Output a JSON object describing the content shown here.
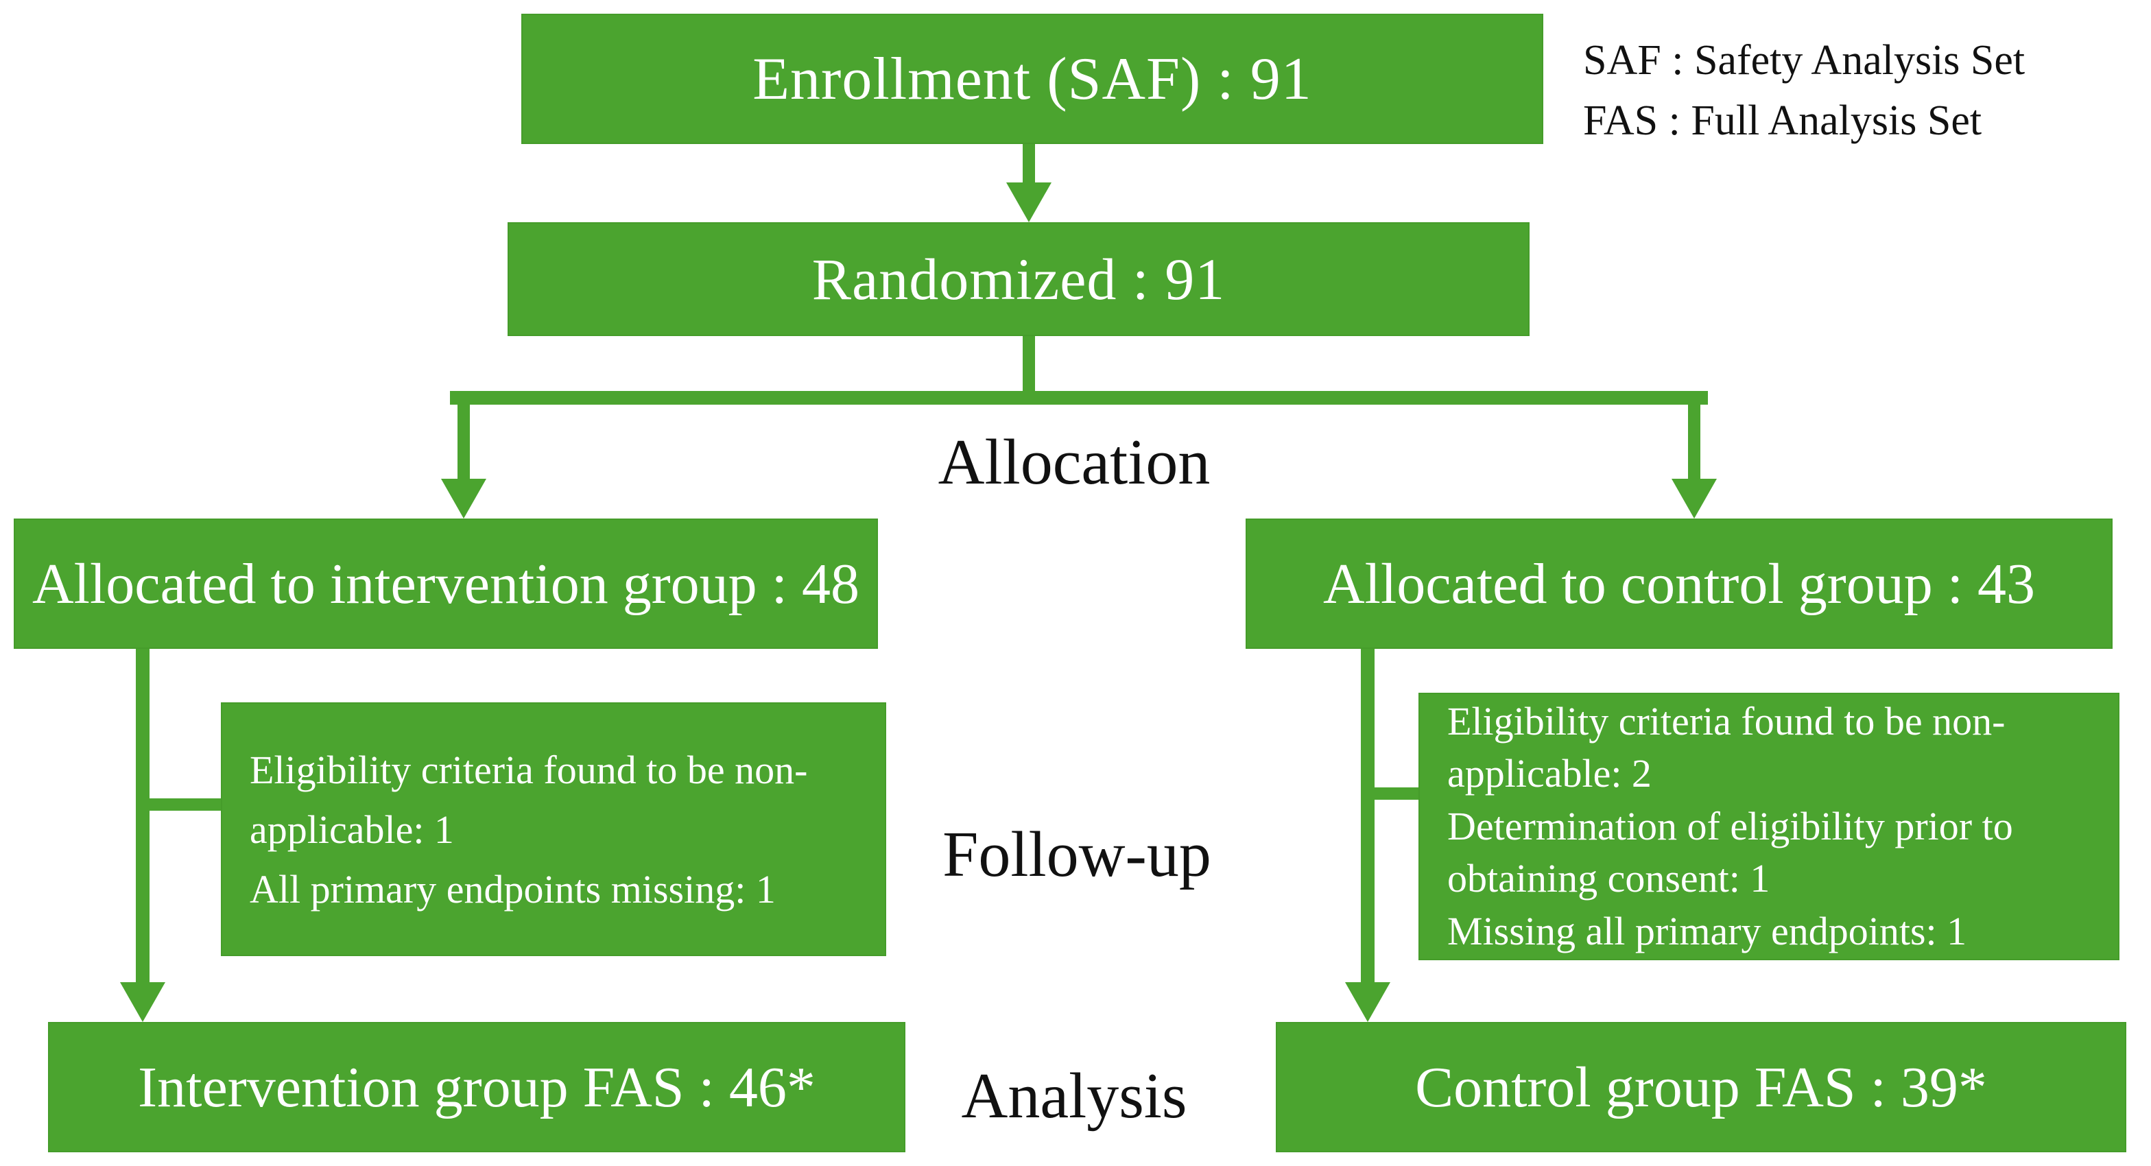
{
  "colors": {
    "box_fill": "#4BA42F",
    "box_edge": "#459C2A",
    "text_on_green": "#FFFFFF",
    "label_text": "#111111"
  },
  "legend": {
    "line1": "SAF : Safety Analysis Set",
    "line2": "FAS : Full Analysis Set"
  },
  "stage_labels": {
    "allocation": "Allocation",
    "followup": "Follow-up",
    "analysis": "Analysis"
  },
  "boxes": {
    "enrollment": {
      "label": "Enrollment (SAF) : 91"
    },
    "randomized": {
      "label": "Randomized : 91"
    },
    "alloc_intervention": {
      "label": "Allocated to intervention group : 48"
    },
    "alloc_control": {
      "label": "Allocated to control group : 43"
    },
    "followup_intervention": {
      "items": [
        "Eligibility criteria found to be non-applicable: 1",
        "All primary endpoints missing: 1"
      ]
    },
    "followup_control": {
      "items": [
        "Eligibility criteria found to be non-applicable: 2",
        "Determination of eligibility prior to obtaining consent: 1",
        "Missing all primary endpoints: 1"
      ]
    },
    "fas_intervention": {
      "label": "Intervention group FAS : 46*"
    },
    "fas_control": {
      "label": "Control group FAS : 39*"
    }
  }
}
